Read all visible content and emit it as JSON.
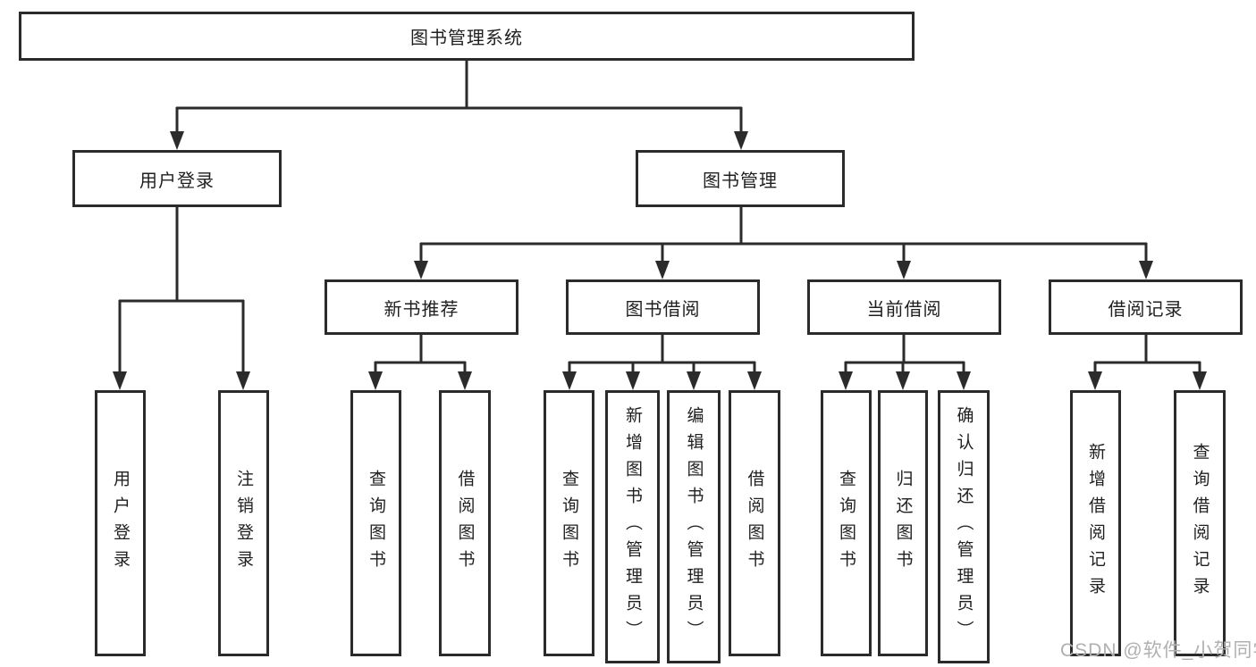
{
  "tree": {
    "label": "图书管理系统",
    "children": [
      {
        "label": "用户登录",
        "children": [
          {
            "label": "用户登录"
          },
          {
            "label": "注销登录"
          }
        ]
      },
      {
        "label": "图书管理",
        "children": [
          {
            "label": "新书推荐",
            "children": [
              {
                "label": "查询图书"
              },
              {
                "label": "借阅图书"
              }
            ]
          },
          {
            "label": "图书借阅",
            "children": [
              {
                "label": "查询图书"
              },
              {
                "label": "新增图书（管理员）"
              },
              {
                "label": "编辑图书（管理员）"
              },
              {
                "label": "借阅图书"
              }
            ]
          },
          {
            "label": "当前借阅",
            "children": [
              {
                "label": "查询图书"
              },
              {
                "label": "归还图书"
              },
              {
                "label": "确认归还（管理员）"
              }
            ]
          },
          {
            "label": "借阅记录",
            "children": [
              {
                "label": "新增借阅记录"
              },
              {
                "label": "查询借阅记录"
              }
            ]
          }
        ]
      }
    ]
  },
  "watermark": "CSDN @软件_小贺同学",
  "colors": {
    "line": "#2b2b2b",
    "text": "#1f1f1f",
    "box_background": "#ffffff",
    "watermark": "#b0b0b0"
  }
}
